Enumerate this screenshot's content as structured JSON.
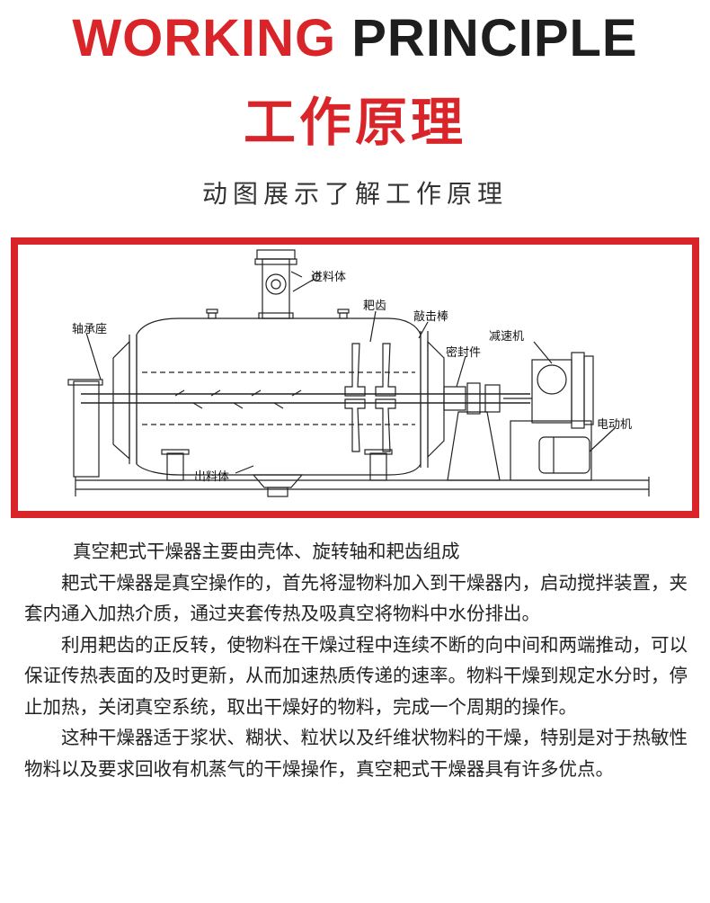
{
  "header": {
    "title_en_red": "WORKING",
    "title_en_dark": "PRINCIPLE",
    "title_cn": "工作原理",
    "subtitle": "动图展示了解工作原理"
  },
  "diagram": {
    "labels": {
      "feed": "进料体",
      "rake_teeth": "耙齿",
      "knock_rod": "敲击棒",
      "bearing_seat": "轴承座",
      "reducer": "减速机",
      "seal": "密封件",
      "motor": "电动机",
      "discharge": "出料体"
    }
  },
  "description": {
    "paragraphs": [
      "真空耙式干燥器主要由壳体、旋转轴和耙齿组成",
      "耙式干燥器是真空操作的，首先将湿物料加入到干燥器内，启动搅拌装置，夹套内通入加热介质，通过夹套传热及吸真空将物料中水份排出。",
      "利用耙齿的正反转，使物料在干燥过程中连续不断的向中间和两端推动，可以保证传热表面的及时更新，从而加速热质传递的速率。物料干燥到规定水分时，停止加热，关闭真空系统，取出干燥好的物料，完成一个周期的操作。",
      "这种干燥器适于浆状、糊状、粒状以及纤维状物料的干燥，特别是对于热敏性物料以及要求回收有机蒸气的干燥操作，真空耙式干燥器具有许多优点。"
    ]
  }
}
